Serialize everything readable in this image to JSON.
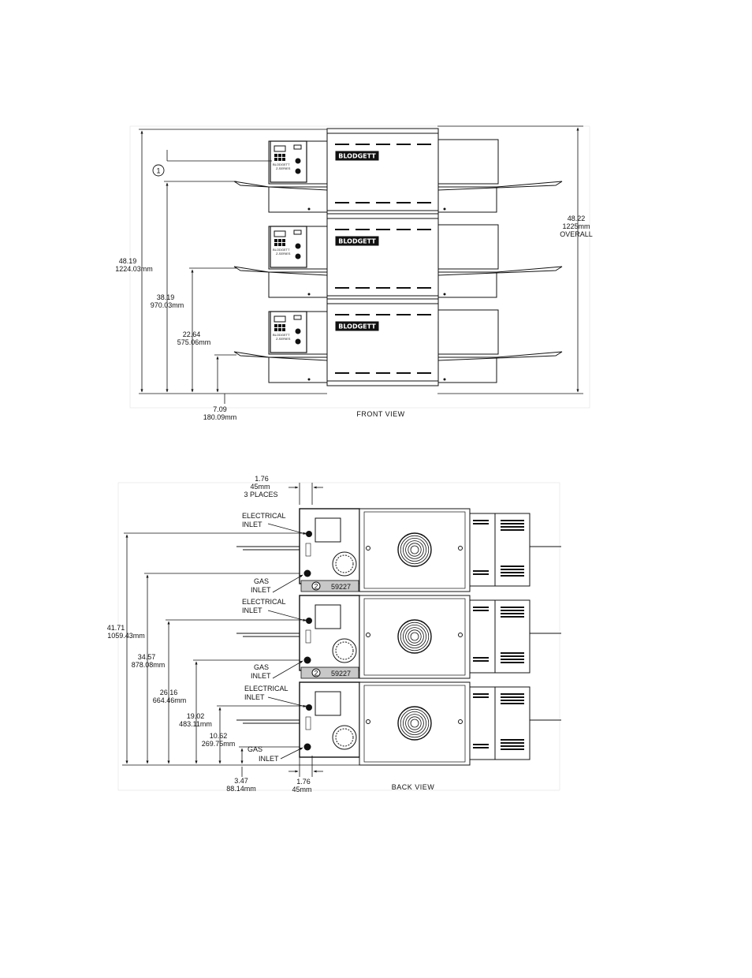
{
  "front_view": {
    "title": "FRONT VIEW",
    "callout": "1",
    "brand": "BLODGETT",
    "panel_brand": "BLODGETT",
    "panel_model": "Z-SERIES",
    "dims": {
      "overall_left": [
        "48.19",
        "1224.03mm"
      ],
      "second": [
        "38.19",
        "970.03mm"
      ],
      "third": [
        "22.64",
        "575.06mm"
      ],
      "bottom": [
        "7.09",
        "180.09mm"
      ],
      "overall_right": [
        "48.22",
        "1225mm",
        "OVERALL"
      ]
    }
  },
  "back_view": {
    "title": "BACK VIEW",
    "top_dim": [
      "1.76",
      "45mm",
      "3 PLACES"
    ],
    "bottom_dim": [
      "1.76",
      "45mm"
    ],
    "electrical_label": [
      "ELECTRICAL",
      "INLET"
    ],
    "gas_label": [
      "GAS",
      "INLET"
    ],
    "plate_callout": "2",
    "plate_number": "59227",
    "dims": {
      "d1": [
        "41.71",
        "1059.43mm"
      ],
      "d2": [
        "34.57",
        "878.08mm"
      ],
      "d3": [
        "26.16",
        "664.46mm"
      ],
      "d4": [
        "19.02",
        "483.11mm"
      ],
      "d5": [
        "10.62",
        "269.75mm"
      ],
      "d6": [
        "3.47",
        "88.14mm"
      ]
    }
  }
}
